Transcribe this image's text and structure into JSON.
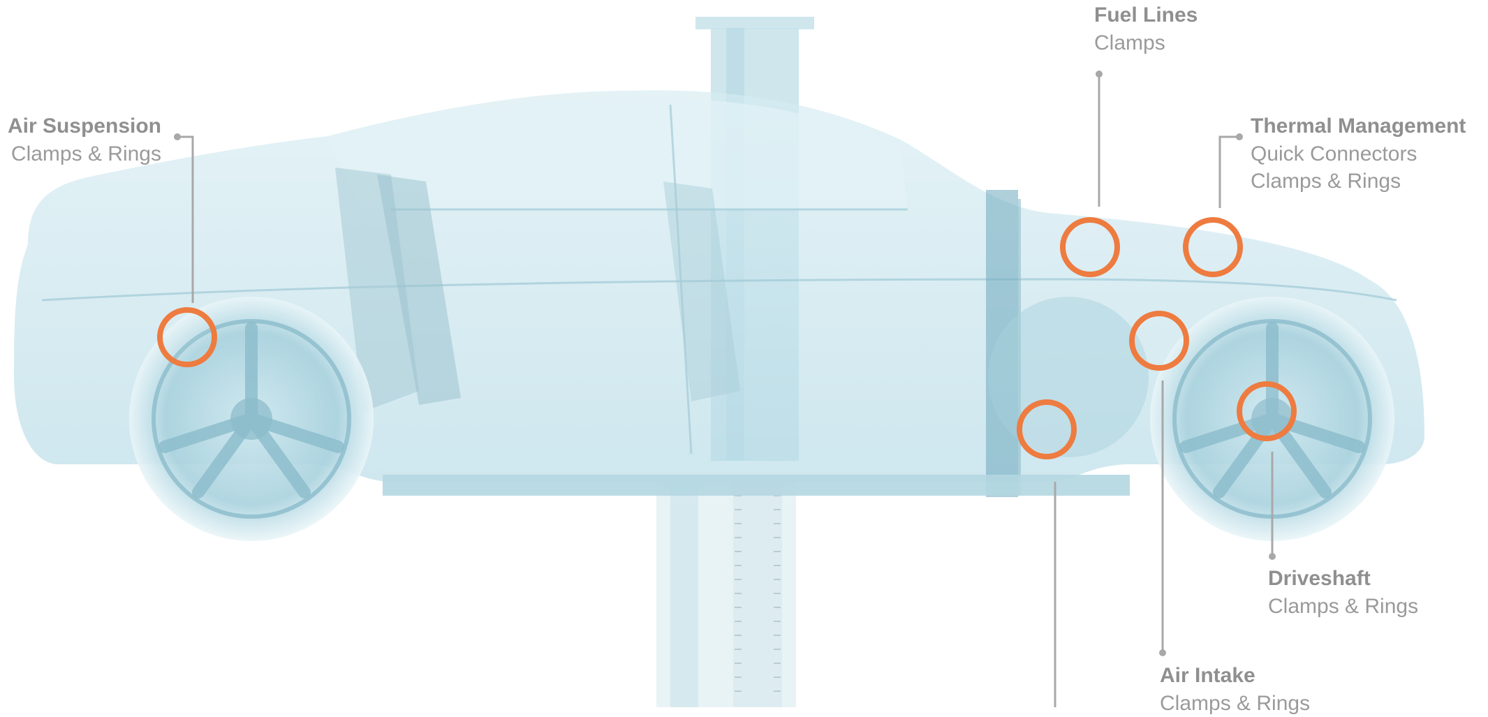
{
  "colors": {
    "accent": "#ee7b3f",
    "leader": "#a8a8a8",
    "label_title": "#8f8f8f",
    "label_text": "#9a9a9a",
    "car_body": "#bfe0ea"
  },
  "callouts": [
    {
      "id": "air-suspension",
      "title": "Air Suspension",
      "lines": [
        "Clamps & Rings"
      ]
    },
    {
      "id": "fuel-lines",
      "title": "Fuel Lines",
      "lines": [
        "Clamps"
      ]
    },
    {
      "id": "thermal-management",
      "title": "Thermal Management",
      "lines": [
        "Quick Connectors",
        "Clamps & Rings"
      ]
    },
    {
      "id": "driveshaft",
      "title": "Driveshaft",
      "lines": [
        "Clamps & Rings"
      ]
    },
    {
      "id": "air-intake",
      "title": "Air Intake",
      "lines": [
        "Clamps & Rings"
      ]
    }
  ]
}
